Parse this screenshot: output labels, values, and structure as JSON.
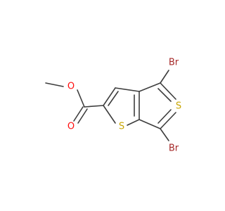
{
  "molecule": {
    "atoms": {
      "O_ether": {
        "symbol": "O",
        "color": "#ff0d0d"
      },
      "O_carbonyl": {
        "symbol": "O",
        "color": "#ff0d0d"
      },
      "S_ring1": {
        "symbol": "S",
        "color": "#c8a600"
      },
      "S_ring2": {
        "symbol": "S",
        "color": "#c8a600"
      },
      "Br_top": {
        "symbol": "Br",
        "color": "#a62929"
      },
      "Br_bottom": {
        "symbol": "Br",
        "color": "#a62929"
      }
    },
    "bond_color": "#3d3d3d"
  }
}
